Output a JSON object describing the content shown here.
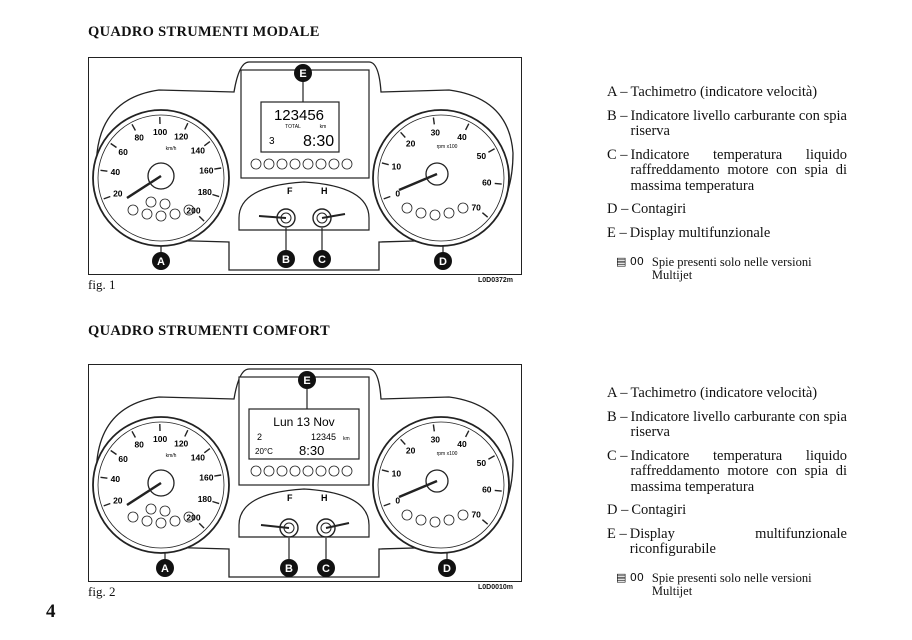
{
  "page": {
    "number": "4"
  },
  "section1": {
    "title": "QUADRO STRUMENTI MODALE",
    "figure": {
      "caption": "fig. 1",
      "code": "L0D0372m",
      "display": {
        "odometer": "123456",
        "total_label": "TOTAL",
        "unit": "km",
        "gear": "3",
        "clock": "8:30"
      }
    },
    "legend": [
      {
        "letter": "A –",
        "text": "Tachimetro (indicatore velocità)"
      },
      {
        "letter": "B –",
        "text": "Indicatore livello carburante con spia riserva"
      },
      {
        "letter": "C –",
        "text": "Indicatore temperatura liquido raffreddamento motore con spia di massima temperatura"
      },
      {
        "letter": "D –",
        "text": "Contagiri"
      },
      {
        "letter": "E –",
        "text": "Display multifunzionale"
      }
    ],
    "note": {
      "icons": "▤ 00",
      "text": "Spie presenti solo nelle versioni Multijet"
    }
  },
  "section2": {
    "title": "QUADRO STRUMENTI COMFORT",
    "figure": {
      "caption": "fig. 2",
      "code": "L0D0010m",
      "display": {
        "date": "Lun 13 Nov",
        "gear": "2",
        "odometer": "12345",
        "unit": "km",
        "temp": "20°C",
        "clock": "8:30"
      }
    },
    "legend": [
      {
        "letter": "A –",
        "text": "Tachimetro (indicatore velocità)"
      },
      {
        "letter": "B –",
        "text": "Indicatore livello carburante con spia riserva"
      },
      {
        "letter": "C –",
        "text": "Indicatore temperatura liquido raffreddamento motore con spia di massima temperatura"
      },
      {
        "letter": "D –",
        "text": "Contagiri"
      },
      {
        "letter": "E –",
        "text": "Display multifunzionale riconfigurabile"
      }
    ],
    "note": {
      "icons": "▤ 00",
      "text": "Spie presenti solo nelle versioni Multijet"
    }
  },
  "gauges": {
    "speed_unit": "km/h",
    "rpm_unit": "rpm x100",
    "speed_ticks": [
      "20",
      "40",
      "60",
      "80",
      "100",
      "120",
      "140",
      "160",
      "180",
      "200"
    ],
    "rpm_ticks": [
      "0",
      "10",
      "20",
      "30",
      "40",
      "50",
      "60",
      "70"
    ],
    "fuel_label": "F",
    "temp_label": "H",
    "callouts": [
      "A",
      "B",
      "C",
      "D",
      "E"
    ]
  }
}
